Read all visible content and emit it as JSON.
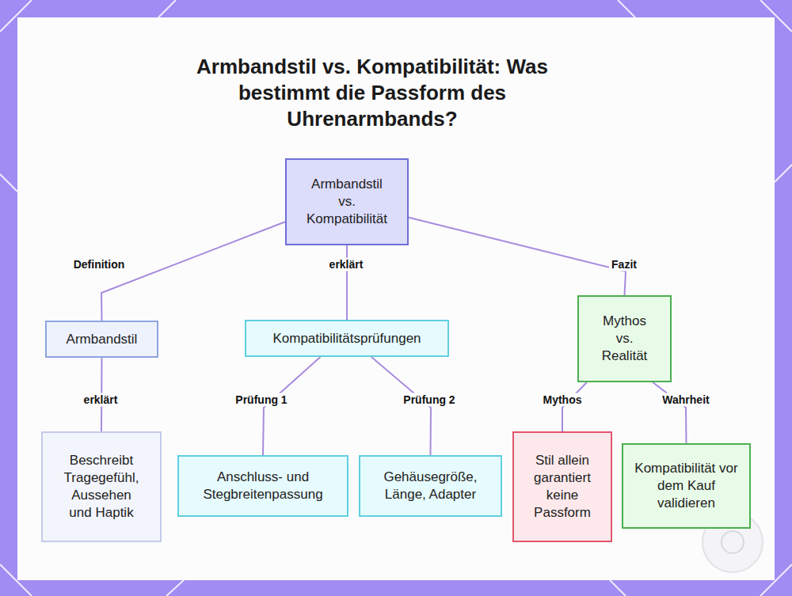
{
  "diagram": {
    "title": "Armbandstil vs. Kompatibilität: Was bestimmt die Passform des Uhrenarmbands?",
    "nodes": [
      {
        "text": [
          "Armbandstil vs. Kompatibilität"
        ]
      },
      {
        "text": [
          "Armbandstil"
        ]
      },
      {
        "text": [
          "Beschreibt Tragegefühl, Aussehen und Haptik"
        ]
      },
      {
        "text": [
          "Kompatibilitätsprüfungen"
        ]
      },
      {
        "text": [
          "Anschluss- und Stegbreitenpassung"
        ]
      },
      {
        "text": [
          "Gehäusegröße, Länge, Adapter"
        ]
      },
      {
        "text": [
          "Mythos vs. Realität"
        ]
      },
      {
        "text": [
          "Stil allein garantiert keine Passform"
        ]
      },
      {
        "text": [
          "Kompatibilität vor dem Kauf validieren"
        ]
      }
    ],
    "edges": [
      {
        "from": 0,
        "to": 1,
        "label": "Definition",
        "arrow": "none"
      },
      {
        "from": 0,
        "to": 3,
        "label": "erklärt",
        "arrow": "none"
      },
      {
        "from": 0,
        "to": 6,
        "label": "Fazit",
        "arrow": "none"
      },
      {
        "from": 1,
        "to": 2,
        "label": "erklärt",
        "arrow": "none"
      },
      {
        "from": 3,
        "to": 4,
        "label": "Prüfung 1",
        "arrow": "none"
      },
      {
        "from": 3,
        "to": 5,
        "label": "Prüfung 2",
        "arrow": "none"
      },
      {
        "from": 6,
        "to": 7,
        "label": "Mythos",
        "arrow": "none"
      },
      {
        "from": 6,
        "to": 8,
        "label": "Wahrheit",
        "arrow": "none"
      }
    ]
  }
}
